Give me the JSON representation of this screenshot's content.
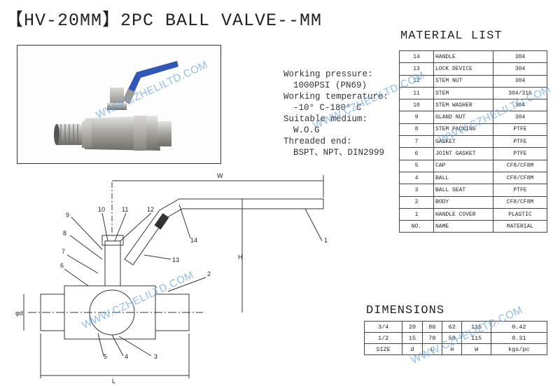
{
  "title": "【HV-20MM】2PC BALL VALVE--MM",
  "specs": {
    "pressure_label": "Working pressure:",
    "pressure_value": "1000PSI (PN69)",
    "temp_label": "Working temperature:",
    "temp_value": "-10° C-180° C",
    "medium_label": "Suitable medium:",
    "medium_value": "W.O.G",
    "thread_label": "Threaded end:",
    "thread_value": "BSPT、NPT、DIN2999"
  },
  "material_list": {
    "title": "MATERIAL LIST",
    "rows": [
      {
        "no": "14",
        "name": "HANDLE",
        "material": "304"
      },
      {
        "no": "13",
        "name": "LOCK DEVICE",
        "material": "304"
      },
      {
        "no": "12",
        "name": "STEM NUT",
        "material": "304"
      },
      {
        "no": "11",
        "name": "STEM",
        "material": "304/316"
      },
      {
        "no": "10",
        "name": "STEM WASHER",
        "material": "304"
      },
      {
        "no": "9",
        "name": "GLAND NUT",
        "material": "304"
      },
      {
        "no": "8",
        "name": "STEM PACKING",
        "material": "PTFE"
      },
      {
        "no": "7",
        "name": "GASKET",
        "material": "PTFE"
      },
      {
        "no": "6",
        "name": "JOINT GASKET",
        "material": "PTFE"
      },
      {
        "no": "5",
        "name": "CAP",
        "material": "CF8/CF8M"
      },
      {
        "no": "4",
        "name": "BALL",
        "material": "CF8/CF8M"
      },
      {
        "no": "3",
        "name": "BALL SEAT",
        "material": "PTFE"
      },
      {
        "no": "2",
        "name": "BODY",
        "material": "CF8/CF8M"
      },
      {
        "no": "1",
        "name": "HANDLE COVER",
        "material": "PLASTIC"
      },
      {
        "no": "NO.",
        "name": "NAME",
        "material": "MATERIAL"
      }
    ]
  },
  "dimensions": {
    "title": "DIMENSIONS",
    "rows": [
      [
        "3/4",
        "20",
        "86",
        "62",
        "115",
        "0.42"
      ],
      [
        "1/2",
        "15",
        "78",
        "58",
        "115",
        "0.31"
      ],
      [
        "SIZE",
        "d",
        "L",
        "H",
        "W",
        "kgs/pc"
      ]
    ]
  },
  "drawing_labels": {
    "w": "W",
    "h": "H",
    "l": "L",
    "d": "φd",
    "c1": "1",
    "c2": "2",
    "c3": "3",
    "c4": "4",
    "c5": "5",
    "c6": "6",
    "c7": "7",
    "c8": "8",
    "c9": "9",
    "c10": "10",
    "c11": "11",
    "c12": "12",
    "c13": "13",
    "c14": "14"
  },
  "watermark": "WWW.CZHELILTD.COM",
  "colors": {
    "handle": "#2f56b8",
    "watermark": "#6ea7e0",
    "line": "#333333"
  }
}
